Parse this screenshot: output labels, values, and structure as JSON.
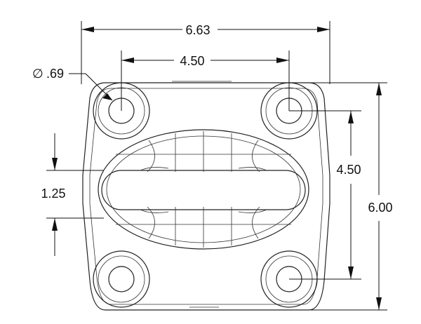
{
  "dimensions": {
    "overall_width": "6.63",
    "hole_spacing_horizontal": "4.50",
    "hole_diameter": ".69",
    "hole_spacing_vertical": "4.50",
    "overall_height": "6.00",
    "bail_width": "1.25"
  },
  "symbols": {
    "diameter": "∅"
  }
}
